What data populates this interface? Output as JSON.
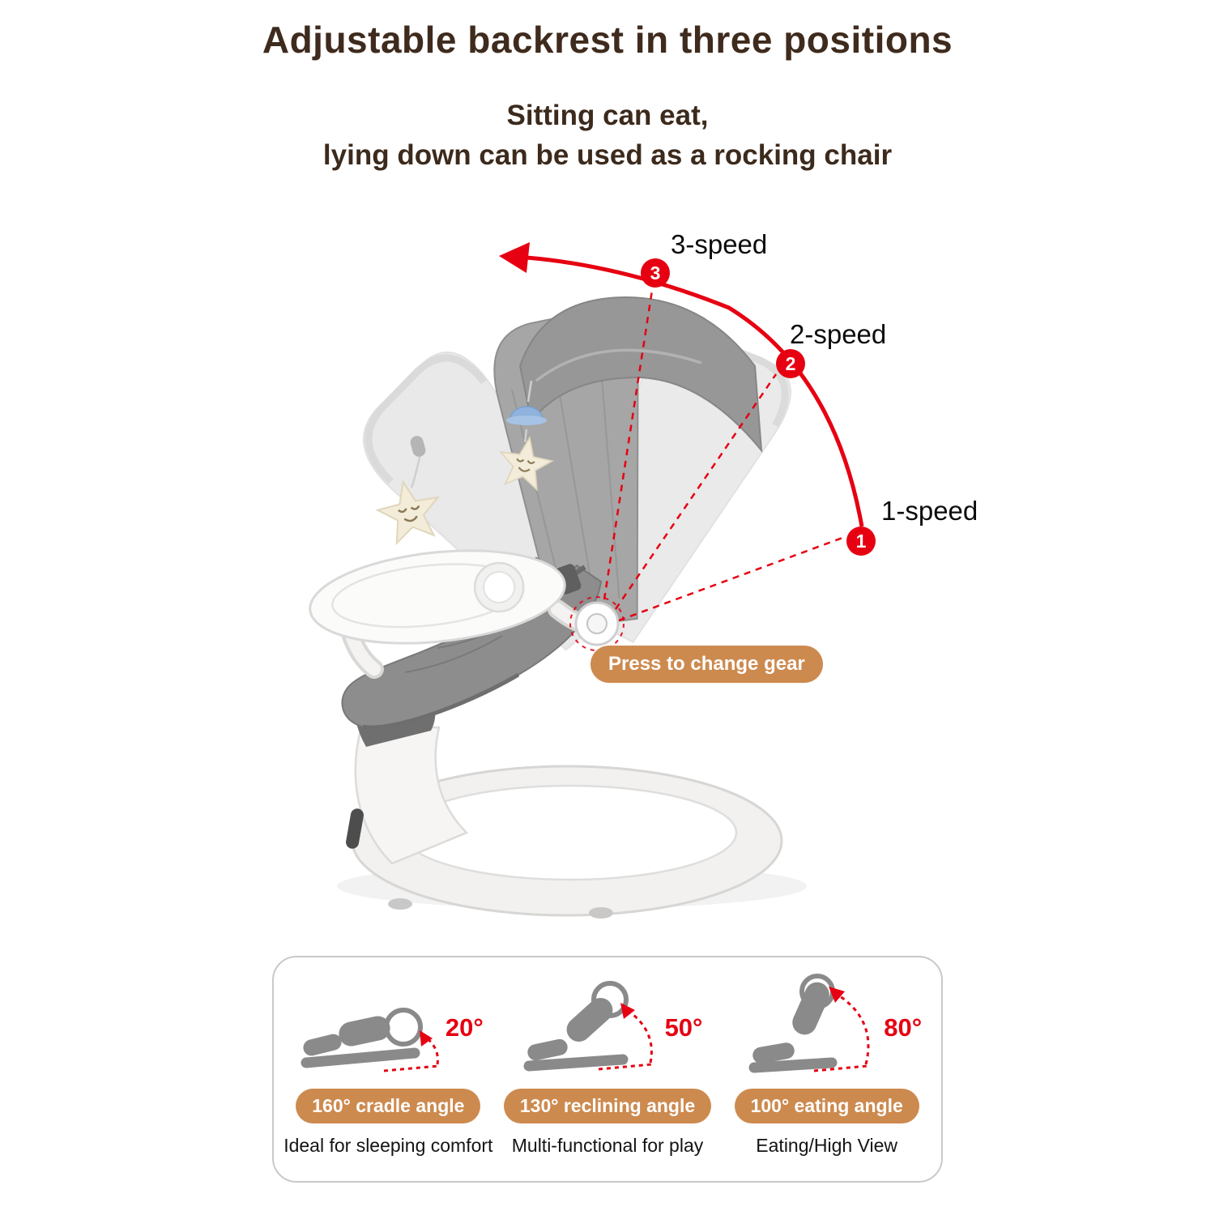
{
  "header": {
    "title": "Adjustable backrest in three positions",
    "subtitle_line1": "Sitting can eat,",
    "subtitle_line2": "lying down can be used as a rocking chair"
  },
  "diagram": {
    "speeds": [
      {
        "number": "1",
        "label": "1-speed"
      },
      {
        "number": "2",
        "label": "2-speed"
      },
      {
        "number": "3",
        "label": "3-speed"
      }
    ],
    "gear_button_label": "Press to change gear"
  },
  "angle_panel": {
    "items": [
      {
        "angle": "20°",
        "badge": "160° cradle angle",
        "caption": "Ideal for sleeping comfort"
      },
      {
        "angle": "50°",
        "badge": "130° reclining angle",
        "caption": "Multi-functional for play"
      },
      {
        "angle": "80°",
        "badge": "100° eating angle",
        "caption": "Eating/High View"
      }
    ]
  },
  "colors": {
    "title_brown": "#3f2b1d",
    "accent_red": "#e60012",
    "badge_orange": "#cd8a4f",
    "fabric_gray": "#a6a6a6"
  }
}
